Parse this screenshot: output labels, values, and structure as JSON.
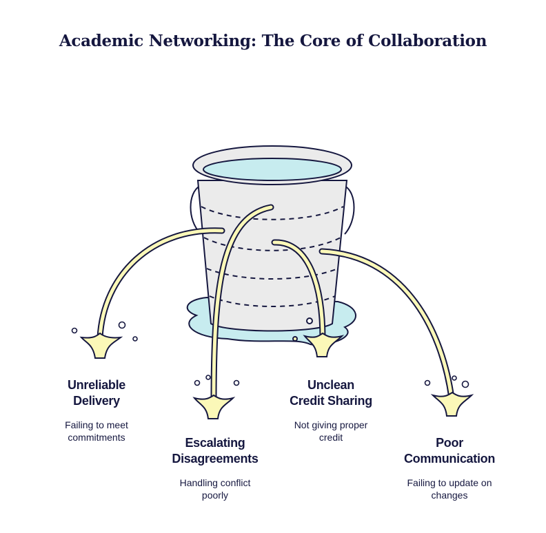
{
  "title": "Academic Networking: The Core of Collaboration",
  "icons": {
    "illustration": "leaking-bucket"
  },
  "colors": {
    "ink": "#15173f",
    "stream": "#fbf8b8",
    "water": "#c7ecef",
    "bucket": "#ebebeb"
  },
  "issues": [
    {
      "title_line1": "Unreliable",
      "title_line2": "Delivery",
      "desc_line1": "Failing to meet",
      "desc_line2": "commitments"
    },
    {
      "title_line1": "Escalating",
      "title_line2": "Disagreements",
      "desc_line1": "Handling conflict",
      "desc_line2": "poorly"
    },
    {
      "title_line1": "Unclean",
      "title_line2": "Credit Sharing",
      "desc_line1": "Not giving proper",
      "desc_line2": "credit"
    },
    {
      "title_line1": "Poor",
      "title_line2": "Communication",
      "desc_line1": "Failing to update on",
      "desc_line2": "changes"
    }
  ]
}
